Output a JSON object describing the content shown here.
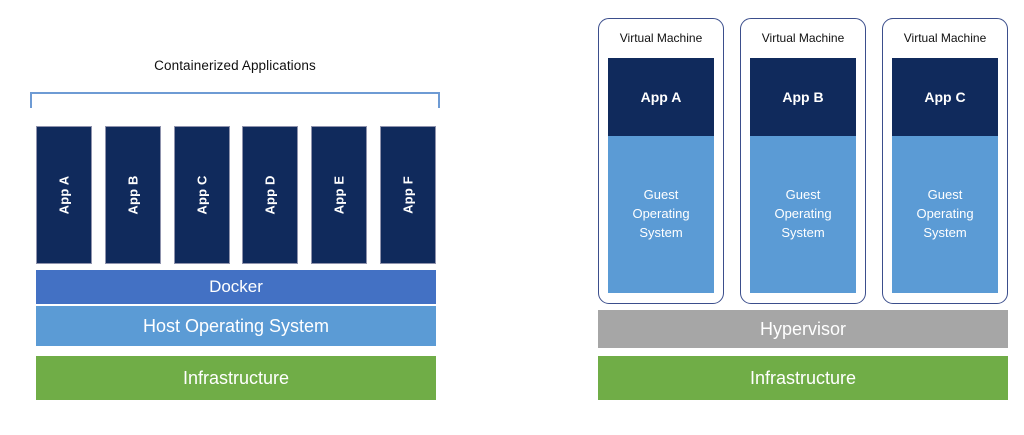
{
  "containers": {
    "title": "Containerized Applications",
    "apps": [
      {
        "label": "App A"
      },
      {
        "label": "App B"
      },
      {
        "label": "App C"
      },
      {
        "label": "App D"
      },
      {
        "label": "App E"
      },
      {
        "label": "App F"
      }
    ],
    "layers": [
      {
        "label": "Docker",
        "color": "#4371C4"
      },
      {
        "label": "Host Operating System",
        "color": "#5B9BD5"
      },
      {
        "label": "Infrastructure",
        "color": "#70AD47"
      }
    ]
  },
  "virtual_machines": {
    "boxes": [
      {
        "title": "Virtual Machine",
        "app": "App A",
        "guest_os": "Guest Operating System"
      },
      {
        "title": "Virtual Machine",
        "app": "App B",
        "guest_os": "Guest Operating System"
      },
      {
        "title": "Virtual Machine",
        "app": "App C",
        "guest_os": "Guest Operating System"
      }
    ],
    "layers": [
      {
        "label": "Hypervisor",
        "color": "#A6A6A6"
      },
      {
        "label": "Infrastructure",
        "color": "#70AD47"
      }
    ]
  },
  "colors": {
    "app_navy": "#102A5C",
    "docker_blue": "#4371C4",
    "os_blue": "#5B9BD5",
    "infrastructure_green": "#70AD47",
    "hypervisor_gray": "#A6A6A6",
    "bracket_blue": "#6E9BD4",
    "vm_border_blue": "#3B4E8C",
    "background": "#FFFFFF"
  }
}
